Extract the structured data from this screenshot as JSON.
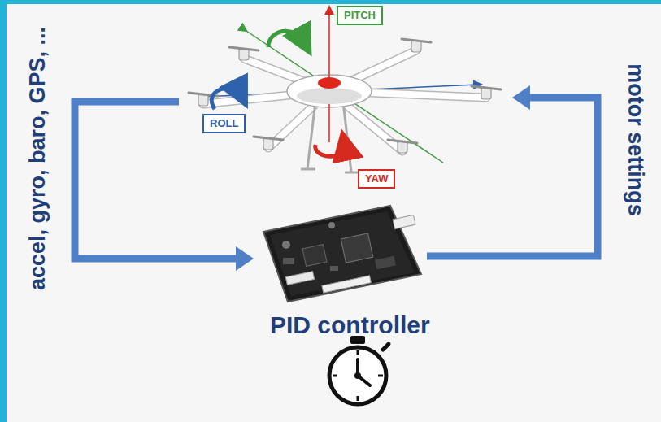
{
  "diagram": {
    "nodes": [
      {},
      {
        "text": [
          "PITCH"
        ],
        "in": 0
      },
      {
        "text": [
          "ROLL"
        ],
        "in": 0
      },
      {
        "text": [
          "YAW"
        ],
        "in": 0
      },
      {
        "text": [
          "PID controller"
        ]
      }
    ],
    "edges": [
      {
        "from": 0,
        "to": 4,
        "arrow": "to",
        "label": "accel, gyro, baro, GPS, ..."
      },
      {
        "from": 4,
        "to": 0,
        "arrow": "to",
        "label": "motor settings"
      }
    ]
  }
}
